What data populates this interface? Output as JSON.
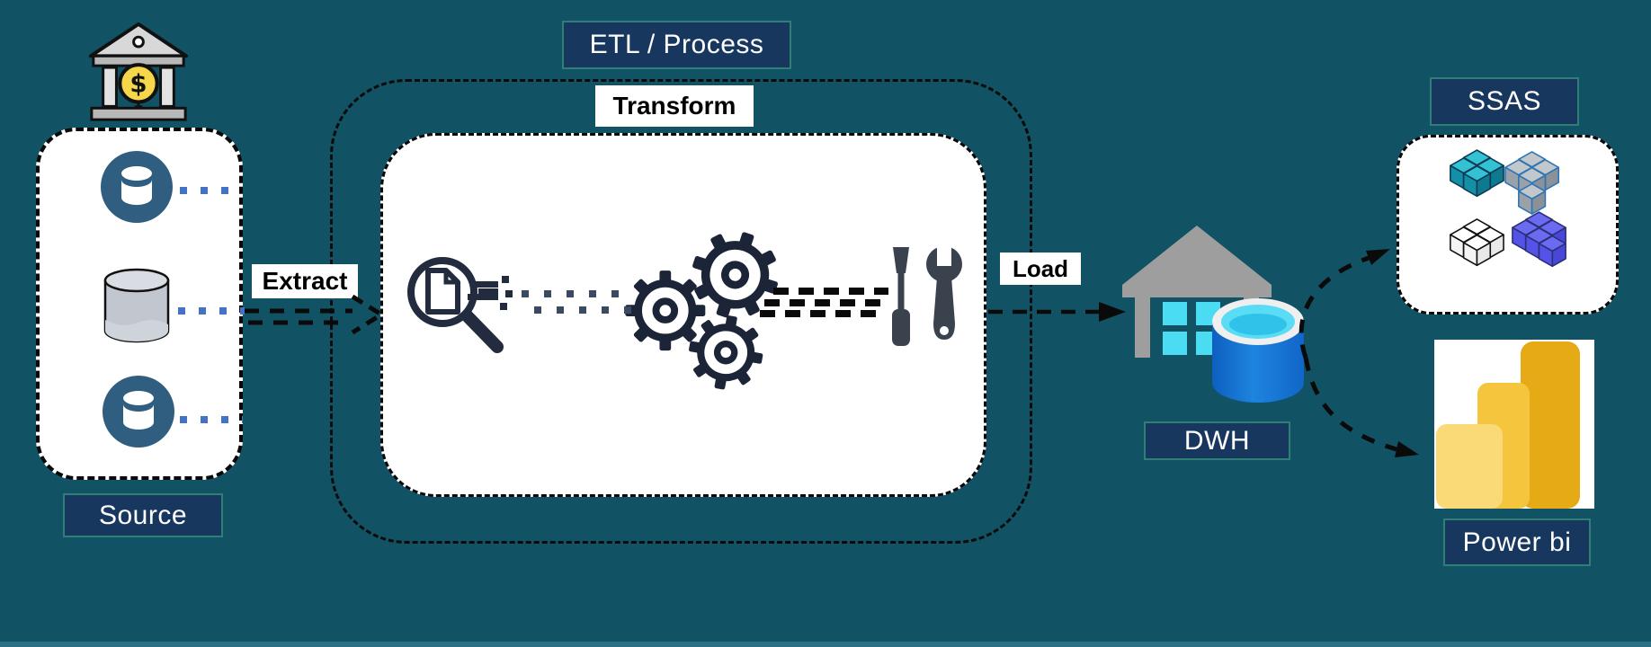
{
  "labels": {
    "source": "Source",
    "etl_process": "ETL / Process",
    "transform": "Transform",
    "extract": "Extract",
    "load": "Load",
    "dwh": "DWH",
    "ssas": "SSAS",
    "power_bi": "Power bi",
    "bank_coin_symbol": "$"
  },
  "colors": {
    "background": "#115264",
    "bottom_strip": "#2C7086",
    "label_navy_bg": "#17375E",
    "label_navy_border": "#2E8076",
    "label_text_white": "#FFFFFF",
    "white_panel": "#FFFFFF",
    "dash_black": "#0A0A0A",
    "blue_dots": "#4472C4",
    "icon_outline_navy": "#1C2438",
    "tool_slate": "#3A424E",
    "db_circle_navy": "#2F5E80",
    "warehouse_gray": "#9E9E9E",
    "window_cyan": "#4ADCF2",
    "cylinder_blue": "#1273D4",
    "cylinder_top_cyan": "#5ADCF5",
    "bank_coin_yellow": "#F6D74A",
    "powerbi_light": "#F9DA76",
    "powerbi_mid": "#F5C53E",
    "powerbi_dark": "#E5AA15",
    "ssas_teal": "#28B7C9",
    "ssas_gray": "#A9B0B6",
    "ssas_violet": "#5B5BEE"
  },
  "icons": [
    "bank-icon",
    "database-icon",
    "gray-database-icon",
    "magnifier-document-icon",
    "gears-icon",
    "tools-icon",
    "warehouse-icon",
    "database-cylinder-icon",
    "ssas-cubes-icon",
    "powerbi-bars-icon"
  ]
}
